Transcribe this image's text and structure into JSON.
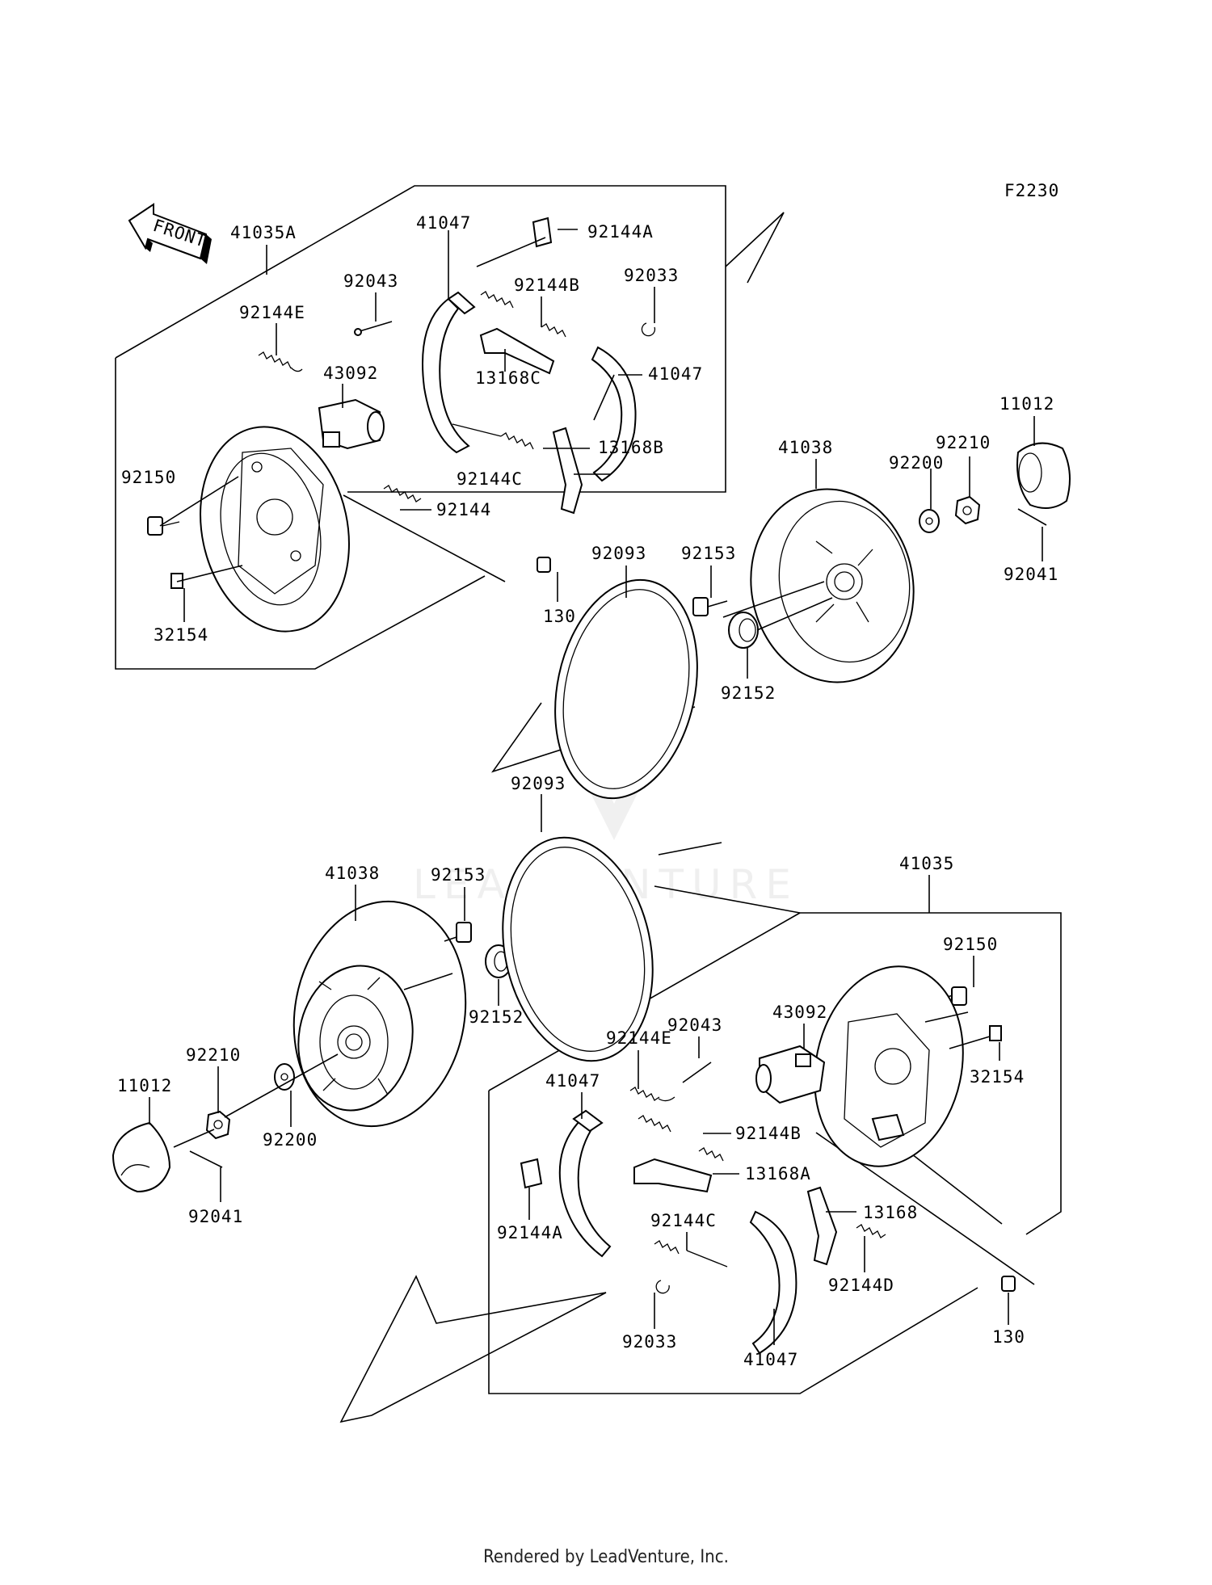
{
  "figure_code": "F2230",
  "front_label": "FRONT",
  "watermark": "LEADVENTURE",
  "footer": "Rendered by LeadVenture, Inc.",
  "callouts": {
    "upper": [
      "41035A",
      "41047",
      "92144A",
      "92043",
      "92144B",
      "92033",
      "92144E",
      "43092",
      "13168C",
      "41047",
      "92144C",
      "13168B",
      "92150",
      "92144",
      "32154",
      "130",
      "92093",
      "92153",
      "41038",
      "92200",
      "92210",
      "11012",
      "92041",
      "92152"
    ],
    "lower": [
      "92093",
      "41035",
      "41038",
      "92153",
      "92150",
      "92152",
      "92043",
      "43092",
      "92144E",
      "41047",
      "32154",
      "92210",
      "11012",
      "92144B",
      "92200",
      "13168A",
      "92041",
      "92144C",
      "13168",
      "92144A",
      "92144D",
      "92033",
      "41047",
      "130"
    ]
  }
}
